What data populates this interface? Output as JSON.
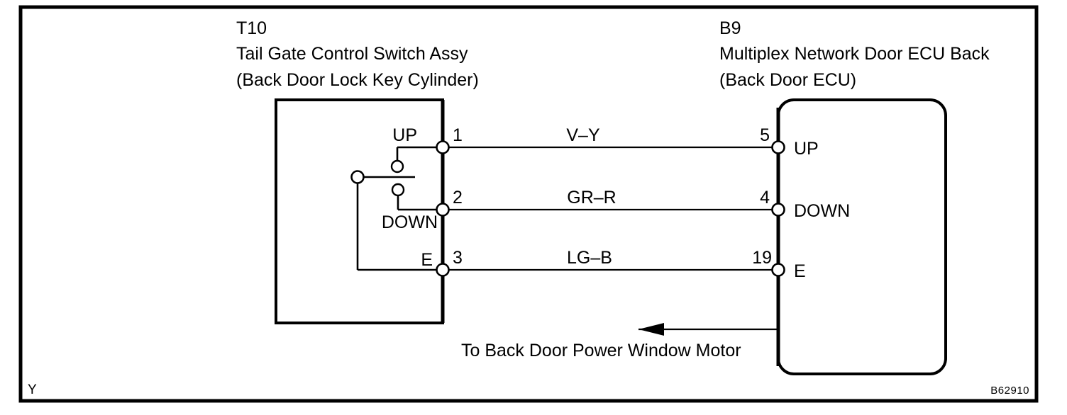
{
  "figure": {
    "code": "B62910",
    "corner_mark": "Y"
  },
  "left_component": {
    "connector_id": "T10",
    "name": "Tail Gate Control Switch Assy",
    "subtitle": "(Back Door Lock Key Cylinder)",
    "terminals": [
      {
        "signal": "UP",
        "pin": "1"
      },
      {
        "signal": "DOWN",
        "pin": "2"
      },
      {
        "signal": "E",
        "pin": "3"
      }
    ]
  },
  "right_component": {
    "connector_id": "B9",
    "name": "Multiplex Network Door ECU Back",
    "subtitle": "(Back Door ECU)",
    "terminals": [
      {
        "pin": "5",
        "signal": "UP"
      },
      {
        "pin": "4",
        "signal": "DOWN"
      },
      {
        "pin": "19",
        "signal": "E"
      }
    ]
  },
  "wires": [
    {
      "color_code": "V–Y",
      "from_pin": "1",
      "to_pin": "5"
    },
    {
      "color_code": "GR–R",
      "from_pin": "2",
      "to_pin": "4"
    },
    {
      "color_code": "LG–B",
      "from_pin": "3",
      "to_pin": "19"
    }
  ],
  "annotation": {
    "motor_link_label": "To Back Door Power Window Motor",
    "arrow_direction": "left"
  }
}
